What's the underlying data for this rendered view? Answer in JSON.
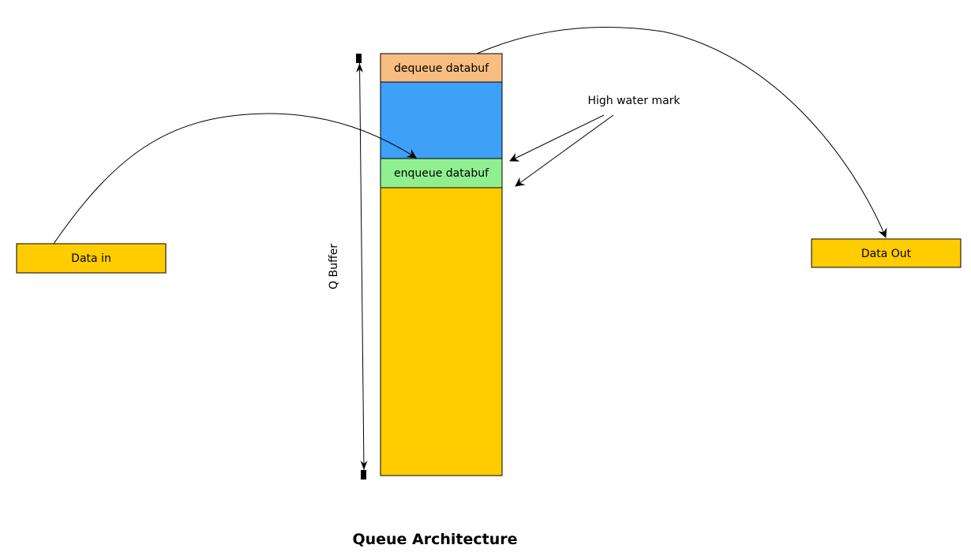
{
  "diagram": {
    "title": "Queue Architecture",
    "nodes": {
      "data_in": "Data in",
      "data_out": "Data Out",
      "dequeue": "dequeue databuf",
      "enqueue": "enqueue databuf"
    },
    "labels": {
      "high_water_mark": "High water mark",
      "q_buffer": "Q Buffer"
    },
    "colors": {
      "io_box": "#FFCC00",
      "dequeue_box": "#F8BD80",
      "filled_region": "#3FA0F7",
      "enqueue_box": "#90F090",
      "buffer_empty": "#FFCC00"
    }
  }
}
